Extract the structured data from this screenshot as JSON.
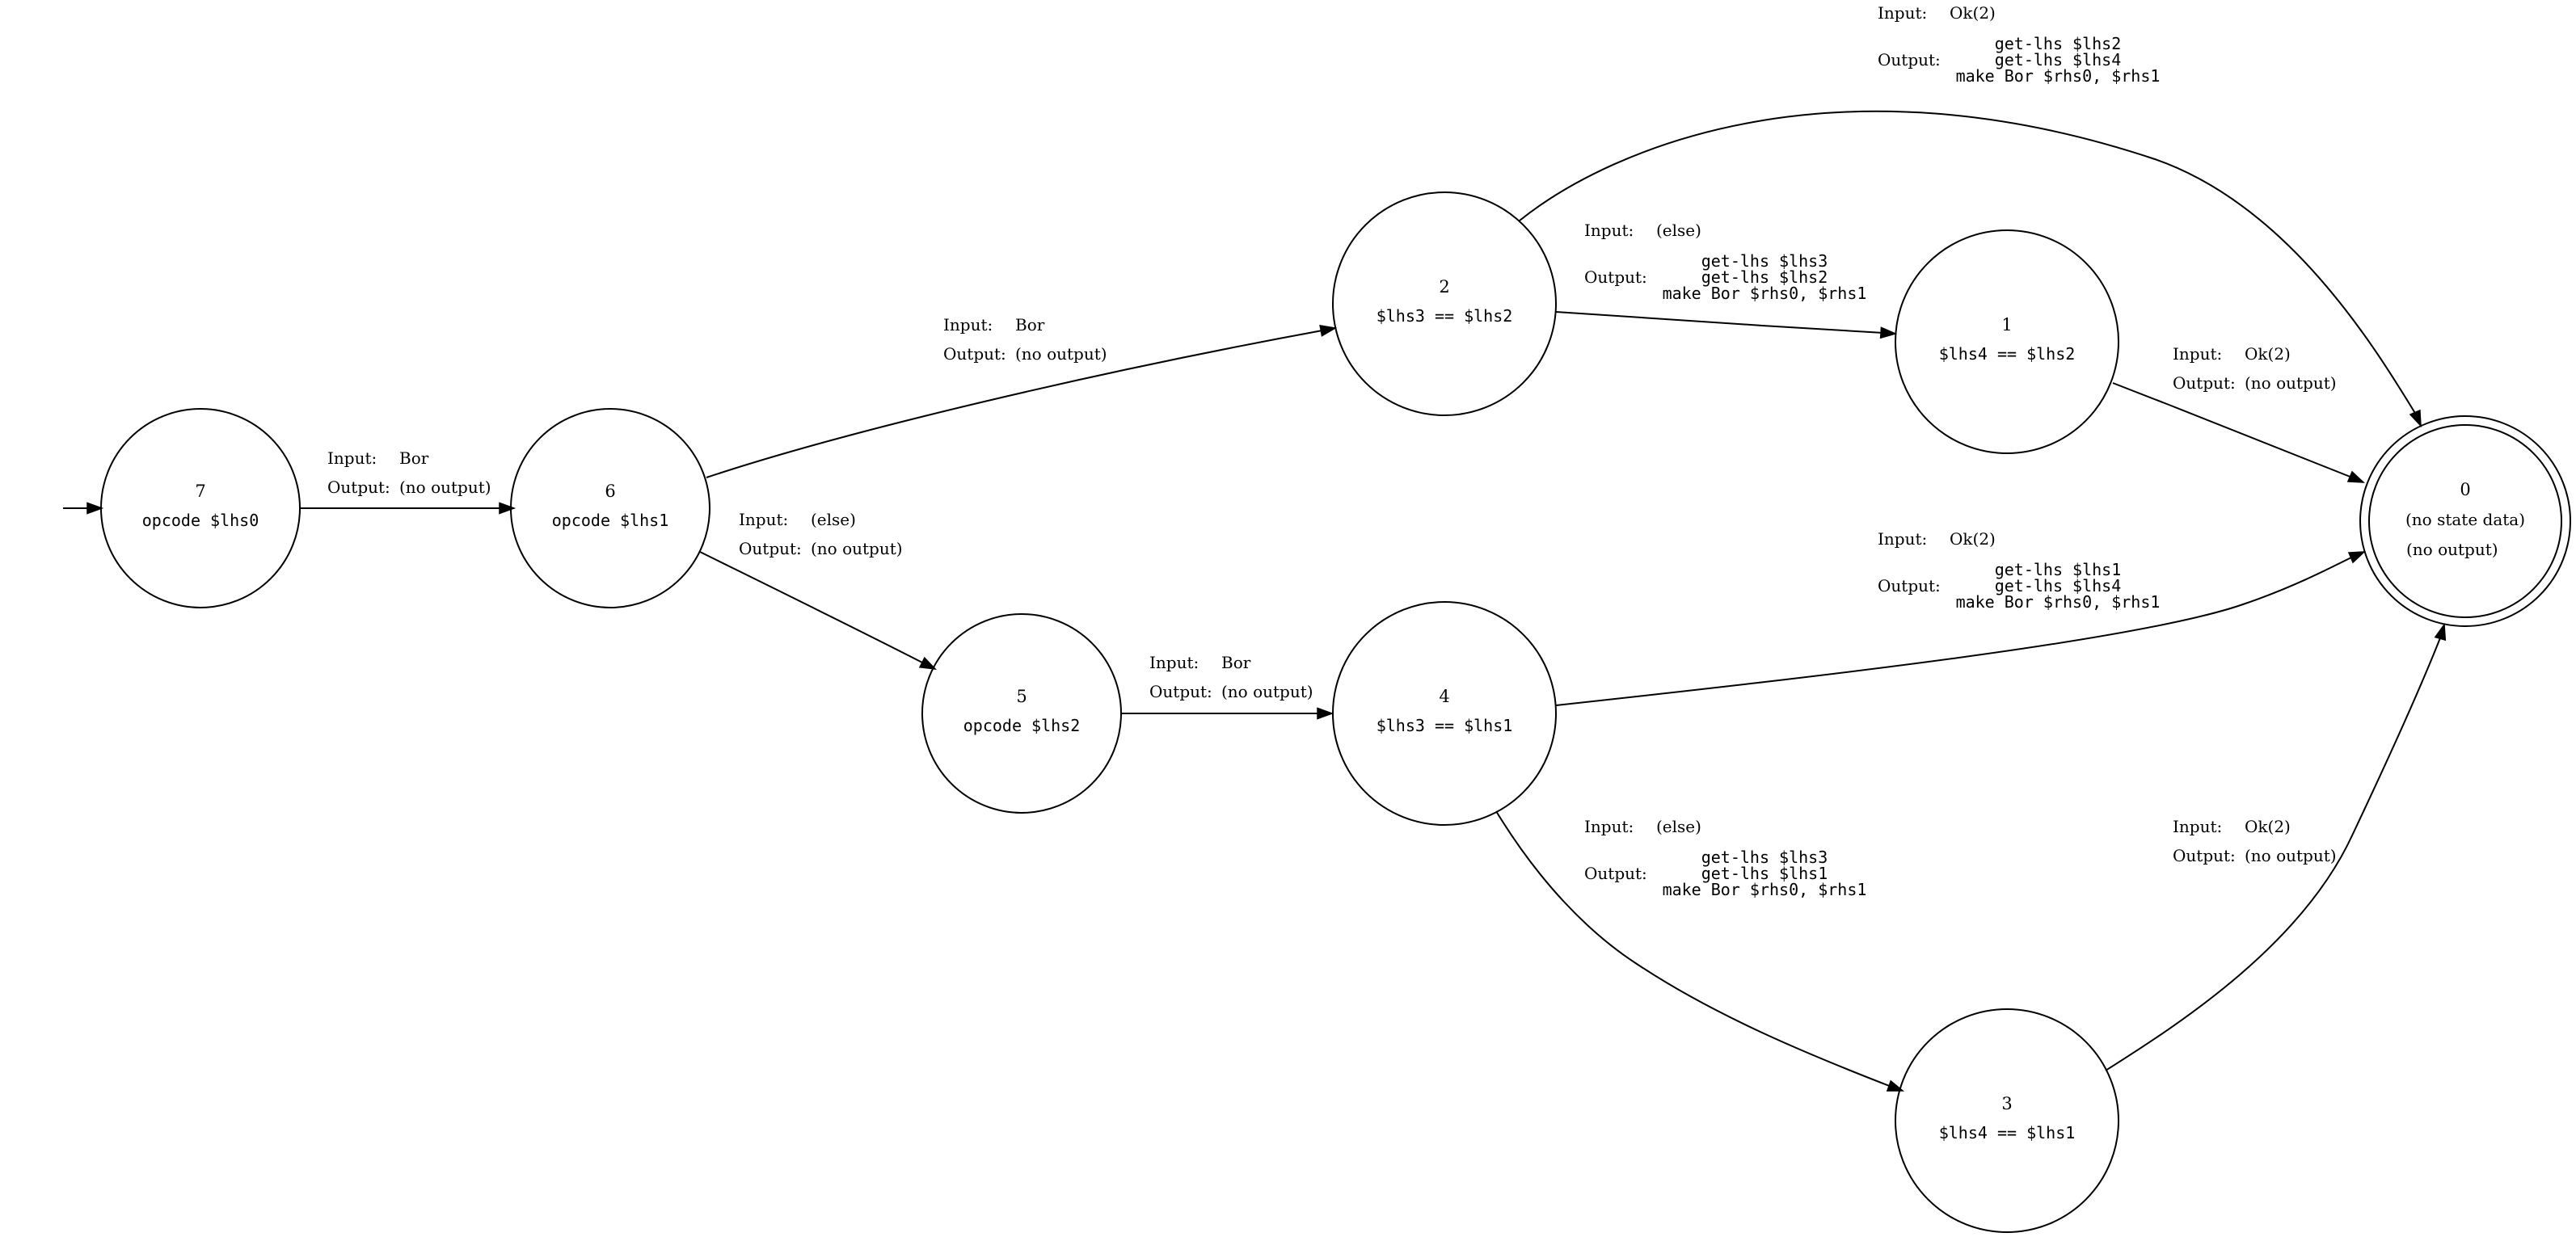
{
  "diagram": {
    "nodes": [
      {
        "id": "7",
        "title": "7",
        "line1": "opcode $lhs0",
        "line1_font": "mono"
      },
      {
        "id": "6",
        "title": "6",
        "line1": "opcode $lhs1",
        "line1_font": "mono"
      },
      {
        "id": "5",
        "title": "5",
        "line1": "opcode $lhs2",
        "line1_font": "mono"
      },
      {
        "id": "2",
        "title": "2",
        "line1": "$lhs3 == $lhs2",
        "line1_font": "mono"
      },
      {
        "id": "4",
        "title": "4",
        "line1": "$lhs3 == $lhs1",
        "line1_font": "mono"
      },
      {
        "id": "1",
        "title": "1",
        "line1": "$lhs4 == $lhs2",
        "line1_font": "mono"
      },
      {
        "id": "3",
        "title": "3",
        "line1": "$lhs4 == $lhs1",
        "line1_font": "mono"
      },
      {
        "id": "0",
        "title": "0",
        "line1": "(no state data)",
        "line1_font": "serif",
        "line2": "(no output)"
      }
    ],
    "edges": [
      {
        "from": "7",
        "to": "6",
        "input_key": "Input:",
        "input": "Bor",
        "output_key": "Output:",
        "output": [
          "(no output)"
        ],
        "output_font": "serif"
      },
      {
        "from": "6",
        "to": "2",
        "input_key": "Input:",
        "input": "Bor",
        "output_key": "Output:",
        "output": [
          "(no output)"
        ],
        "output_font": "serif"
      },
      {
        "from": "6",
        "to": "5",
        "input_key": "Input:",
        "input": "(else)",
        "output_key": "Output:",
        "output": [
          "(no output)"
        ],
        "output_font": "serif"
      },
      {
        "from": "5",
        "to": "4",
        "input_key": "Input:",
        "input": "Bor",
        "output_key": "Output:",
        "output": [
          "(no output)"
        ],
        "output_font": "serif"
      },
      {
        "from": "2",
        "to": "0",
        "input_key": "Input:",
        "input": "Ok(2)",
        "output_key": "Output:",
        "output": [
          "get-lhs $lhs2",
          "get-lhs $lhs4",
          "make Bor $rhs0, $rhs1"
        ],
        "output_font": "mono"
      },
      {
        "from": "2",
        "to": "1",
        "input_key": "Input:",
        "input": "(else)",
        "output_key": "Output:",
        "output": [
          "get-lhs $lhs3",
          "get-lhs $lhs2",
          "make Bor $rhs0, $rhs1"
        ],
        "output_font": "mono"
      },
      {
        "from": "1",
        "to": "0",
        "input_key": "Input:",
        "input": "Ok(2)",
        "output_key": "Output:",
        "output": [
          "(no output)"
        ],
        "output_font": "serif"
      },
      {
        "from": "4",
        "to": "0",
        "input_key": "Input:",
        "input": "Ok(2)",
        "output_key": "Output:",
        "output": [
          "get-lhs $lhs1",
          "get-lhs $lhs4",
          "make Bor $rhs0, $rhs1"
        ],
        "output_font": "mono"
      },
      {
        "from": "4",
        "to": "3",
        "input_key": "Input:",
        "input": "(else)",
        "output_key": "Output:",
        "output": [
          "get-lhs $lhs3",
          "get-lhs $lhs1",
          "make Bor $rhs0, $rhs1"
        ],
        "output_font": "mono"
      },
      {
        "from": "3",
        "to": "0",
        "input_key": "Input:",
        "input": "Ok(2)",
        "output_key": "Output:",
        "output": [
          "(no output)"
        ],
        "output_font": "serif"
      }
    ]
  }
}
